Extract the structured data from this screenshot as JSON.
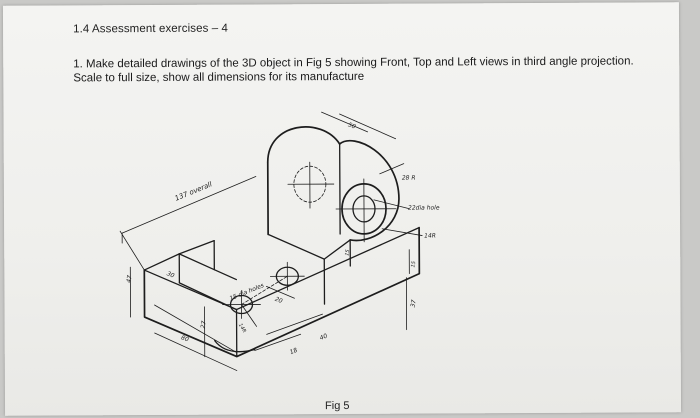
{
  "document": {
    "heading": "1.4 Assessment exercises – 4",
    "instruction": "1. Make detailed drawings of the 3D object in Fig 5 showing Front, Top and Left views in third angle projection. Scale to full size, show all dimensions for its manufacture",
    "caption": "Fig 5"
  },
  "annotations": {
    "overall": "137 overall",
    "dim_height_left": "47",
    "dim_30": "30",
    "dim_27": "27",
    "dim_80": "80",
    "holes": "15 dia holes",
    "dim_20": "20",
    "dim_14R_small": "14R",
    "dim_18": "18",
    "dim_40": "40",
    "dim_top_50": "50",
    "radius_28": "28 R",
    "hole_22": "22dia hole",
    "radius_14": "14R",
    "dim_15": "15",
    "dim_16": "15",
    "dim_37": "37"
  }
}
